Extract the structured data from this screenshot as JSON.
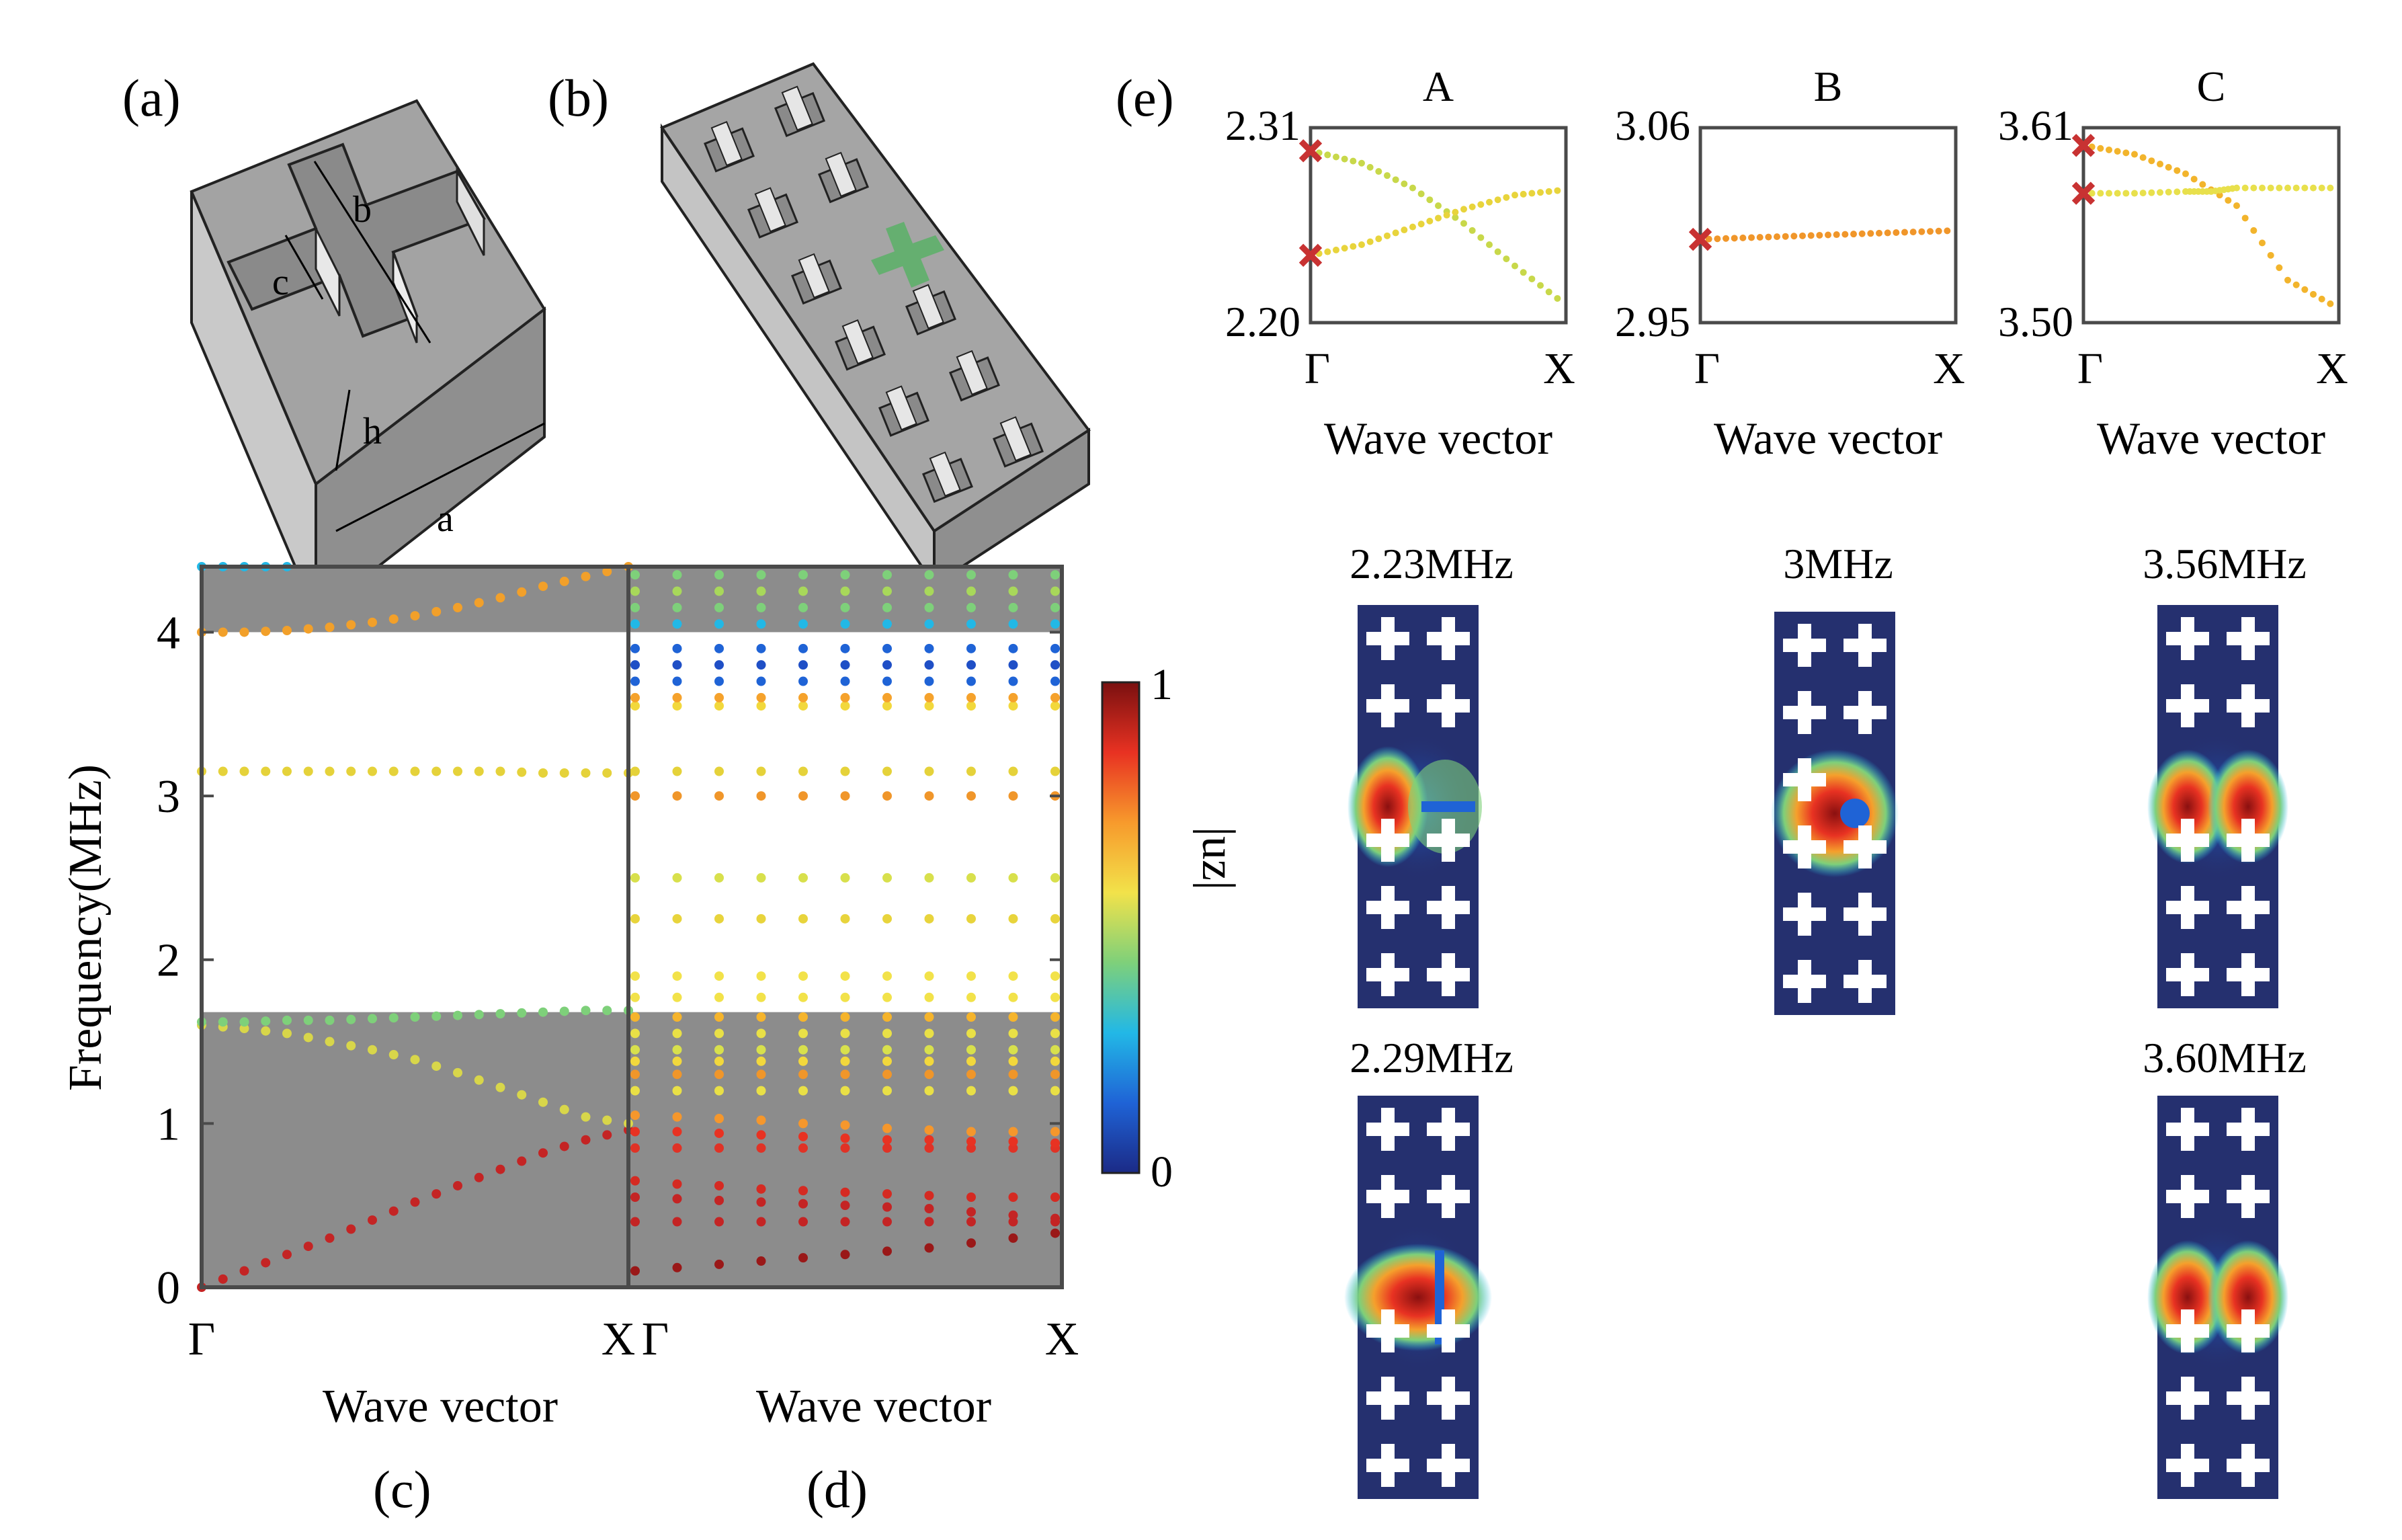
{
  "panel_labels": {
    "a": "(a)",
    "b": "(b)",
    "c": "(c)",
    "d": "(d)",
    "e": "(e)"
  },
  "unit_cell_labels": {
    "a": "a",
    "b": "b",
    "c": "c",
    "h": "h"
  },
  "colorbar": {
    "label": "|uz|",
    "min_label": "0",
    "max_label": "1",
    "stops": [
      "#1b2a86",
      "#1f63d6",
      "#22b8e6",
      "#7ed07a",
      "#f2e24a",
      "#f79a2c",
      "#e83222",
      "#7a1010"
    ]
  },
  "colors": {
    "band_gap": "#8c8c8c",
    "frame": "#4a4a4a",
    "mode_background": "#25306f",
    "hole": "#ffffff",
    "defect_marker": "#c83232",
    "structure": "#a3a3a3"
  },
  "chart_data": [
    {
      "id": "c",
      "type": "scatter",
      "title": "",
      "xlabel": "Wave vector",
      "ylabel": "Frequency(MHz)",
      "xlim": [
        0,
        1
      ],
      "ylim": [
        0,
        4.4
      ],
      "x_ticks": [
        "Γ",
        "X"
      ],
      "y_ticks": [
        "0",
        "1",
        "2",
        "3",
        "4"
      ],
      "gaps": [
        [
          0,
          1.68
        ],
        [
          4.0,
          4.4
        ]
      ],
      "series": [
        {
          "color": "#c42424",
          "points": [
            [
              0,
              0
            ],
            [
              0.1,
              0.1
            ],
            [
              0.2,
              0.2
            ],
            [
              0.3,
              0.3
            ],
            [
              0.4,
              0.41
            ],
            [
              0.5,
              0.52
            ],
            [
              0.6,
              0.62
            ],
            [
              0.7,
              0.72
            ],
            [
              0.8,
              0.82
            ],
            [
              0.9,
              0.9
            ],
            [
              1.0,
              0.96
            ]
          ]
        },
        {
          "color": "#d8d64a",
          "points": [
            [
              0,
              1.6
            ],
            [
              0.1,
              1.58
            ],
            [
              0.2,
              1.55
            ],
            [
              0.3,
              1.5
            ],
            [
              0.4,
              1.45
            ],
            [
              0.5,
              1.39
            ],
            [
              0.6,
              1.31
            ],
            [
              0.7,
              1.22
            ],
            [
              0.8,
              1.13
            ],
            [
              0.9,
              1.04
            ],
            [
              1.0,
              1.0
            ]
          ]
        },
        {
          "color": "#7ed07a",
          "points": [
            [
              0,
              1.62
            ],
            [
              0.1,
              1.62
            ],
            [
              0.2,
              1.63
            ],
            [
              0.3,
              1.63
            ],
            [
              0.4,
              1.64
            ],
            [
              0.5,
              1.65
            ],
            [
              0.6,
              1.66
            ],
            [
              0.7,
              1.67
            ],
            [
              0.8,
              1.68
            ],
            [
              0.9,
              1.69
            ],
            [
              1.0,
              1.69
            ]
          ]
        },
        {
          "color": "#e5d23a",
          "points": [
            [
              0,
              3.15
            ],
            [
              0.1,
              3.15
            ],
            [
              0.2,
              3.15
            ],
            [
              0.3,
              3.15
            ],
            [
              0.4,
              3.15
            ],
            [
              0.5,
              3.15
            ],
            [
              0.6,
              3.15
            ],
            [
              0.7,
              3.15
            ],
            [
              0.8,
              3.14
            ],
            [
              0.9,
              3.14
            ],
            [
              1.0,
              3.14
            ]
          ]
        },
        {
          "color": "#f2a02a",
          "points": [
            [
              0,
              4.0
            ],
            [
              0.1,
              4.0
            ],
            [
              0.2,
              4.01
            ],
            [
              0.3,
              4.03
            ],
            [
              0.4,
              4.06
            ],
            [
              0.5,
              4.1
            ],
            [
              0.6,
              4.15
            ],
            [
              0.7,
              4.21
            ],
            [
              0.8,
              4.28
            ],
            [
              0.9,
              4.34
            ],
            [
              1.0,
              4.4
            ]
          ]
        },
        {
          "color": "#22b8e6",
          "points": [
            [
              0,
              4.4
            ],
            [
              0.1,
              4.4
            ],
            [
              0.2,
              4.4
            ]
          ]
        }
      ]
    },
    {
      "id": "d",
      "type": "scatter",
      "title": "",
      "xlabel": "Wave vector",
      "ylabel": "",
      "xlim": [
        0,
        1
      ],
      "ylim": [
        0,
        4.4
      ],
      "x_ticks": [
        "Γ",
        "X"
      ],
      "gaps": [
        [
          0,
          1.68
        ],
        [
          4.0,
          4.4
        ]
      ],
      "series": [
        {
          "color": "#9a1818",
          "values": [
            0.1,
            0.12,
            0.14,
            0.16,
            0.18,
            0.2,
            0.22,
            0.24,
            0.27,
            0.3,
            0.33
          ]
        },
        {
          "color": "#c42424",
          "values": [
            0.4,
            0.4,
            0.4,
            0.4,
            0.4,
            0.4,
            0.4,
            0.4,
            0.4,
            0.4,
            0.4
          ]
        },
        {
          "color": "#c42424",
          "values": [
            0.55,
            0.54,
            0.53,
            0.52,
            0.51,
            0.5,
            0.49,
            0.48,
            0.46,
            0.44,
            0.42
          ]
        },
        {
          "color": "#d52a22",
          "values": [
            0.65,
            0.63,
            0.62,
            0.6,
            0.59,
            0.58,
            0.57,
            0.56,
            0.55,
            0.55,
            0.55
          ]
        },
        {
          "color": "#e03226",
          "values": [
            0.85,
            0.85,
            0.85,
            0.85,
            0.85,
            0.85,
            0.85,
            0.85,
            0.85,
            0.85,
            0.85
          ]
        },
        {
          "color": "#e83222",
          "values": [
            0.95,
            0.95,
            0.94,
            0.93,
            0.92,
            0.91,
            0.9,
            0.9,
            0.89,
            0.89,
            0.88
          ]
        },
        {
          "color": "#f5972c",
          "values": [
            1.05,
            1.04,
            1.03,
            1.02,
            1.0,
            0.99,
            0.97,
            0.96,
            0.95,
            0.95,
            0.95
          ]
        },
        {
          "color": "#e9e046",
          "values": [
            1.2,
            1.2,
            1.2,
            1.2,
            1.2,
            1.2,
            1.2,
            1.2,
            1.2,
            1.2,
            1.2
          ]
        },
        {
          "color": "#f0962a",
          "values": [
            1.3,
            1.3,
            1.3,
            1.3,
            1.3,
            1.3,
            1.3,
            1.3,
            1.3,
            1.3,
            1.3
          ]
        },
        {
          "color": "#f2d83c",
          "values": [
            1.38,
            1.38,
            1.38,
            1.38,
            1.38,
            1.38,
            1.38,
            1.38,
            1.38,
            1.38,
            1.38
          ]
        },
        {
          "color": "#d8e04c",
          "values": [
            1.45,
            1.45,
            1.45,
            1.45,
            1.45,
            1.45,
            1.45,
            1.45,
            1.45,
            1.45,
            1.45
          ]
        },
        {
          "color": "#e9e046",
          "values": [
            1.55,
            1.55,
            1.55,
            1.55,
            1.55,
            1.55,
            1.55,
            1.55,
            1.55,
            1.55,
            1.55
          ]
        },
        {
          "color": "#f5b42c",
          "values": [
            1.65,
            1.65,
            1.65,
            1.65,
            1.65,
            1.65,
            1.65,
            1.65,
            1.65,
            1.65,
            1.65
          ]
        },
        {
          "color": "#f2e24a",
          "values": [
            1.77,
            1.77,
            1.77,
            1.77,
            1.77,
            1.77,
            1.77,
            1.77,
            1.77,
            1.77,
            1.77
          ]
        },
        {
          "color": "#f2e24a",
          "values": [
            1.9,
            1.9,
            1.9,
            1.9,
            1.9,
            1.9,
            1.9,
            1.9,
            1.9,
            1.9,
            1.9
          ]
        },
        {
          "color": "#e8d43c",
          "values": [
            2.25,
            2.25,
            2.25,
            2.25,
            2.25,
            2.25,
            2.25,
            2.25,
            2.25,
            2.25,
            2.25
          ]
        },
        {
          "color": "#d8e04c",
          "values": [
            2.5,
            2.5,
            2.5,
            2.5,
            2.5,
            2.5,
            2.5,
            2.5,
            2.5,
            2.5,
            2.5
          ]
        },
        {
          "color": "#f0962a",
          "values": [
            3.0,
            3.0,
            3.0,
            3.0,
            3.0,
            3.0,
            3.0,
            3.0,
            3.0,
            3.0,
            3.0
          ]
        },
        {
          "color": "#e5d23a",
          "values": [
            3.15,
            3.15,
            3.15,
            3.15,
            3.15,
            3.15,
            3.15,
            3.15,
            3.15,
            3.15,
            3.15
          ]
        },
        {
          "color": "#f2d83c",
          "values": [
            3.55,
            3.55,
            3.55,
            3.55,
            3.55,
            3.55,
            3.55,
            3.55,
            3.55,
            3.55,
            3.55
          ]
        },
        {
          "color": "#f5a22c",
          "values": [
            3.6,
            3.6,
            3.6,
            3.6,
            3.6,
            3.6,
            3.6,
            3.6,
            3.6,
            3.6,
            3.6
          ]
        },
        {
          "color": "#1f63d6",
          "values": [
            3.7,
            3.7,
            3.7,
            3.7,
            3.7,
            3.7,
            3.7,
            3.7,
            3.7,
            3.7,
            3.7
          ]
        },
        {
          "color": "#1f4fc6",
          "values": [
            3.8,
            3.8,
            3.8,
            3.8,
            3.8,
            3.8,
            3.8,
            3.8,
            3.8,
            3.8,
            3.8
          ]
        },
        {
          "color": "#1f63d6",
          "values": [
            3.9,
            3.9,
            3.9,
            3.9,
            3.9,
            3.9,
            3.9,
            3.9,
            3.9,
            3.9,
            3.9
          ]
        },
        {
          "color": "#22b8e6",
          "values": [
            4.05,
            4.05,
            4.05,
            4.05,
            4.05,
            4.05,
            4.05,
            4.05,
            4.05,
            4.05,
            4.05
          ]
        },
        {
          "color": "#7ed07a",
          "values": [
            4.15,
            4.15,
            4.15,
            4.15,
            4.15,
            4.15,
            4.15,
            4.15,
            4.15,
            4.15,
            4.15
          ]
        },
        {
          "color": "#a8d85a",
          "values": [
            4.25,
            4.25,
            4.25,
            4.25,
            4.25,
            4.25,
            4.25,
            4.25,
            4.25,
            4.25,
            4.25
          ]
        },
        {
          "color": "#7ed07a",
          "values": [
            4.35,
            4.35,
            4.35,
            4.35,
            4.35,
            4.35,
            4.35,
            4.35,
            4.35,
            4.35,
            4.35
          ]
        }
      ]
    },
    {
      "id": "eA",
      "type": "scatter",
      "title": "A",
      "xlabel": "Wave vector",
      "ylim": [
        2.2,
        2.31
      ],
      "y_ticks": [
        "2.20",
        "2.31"
      ],
      "x_ticks": [
        "Γ",
        "X"
      ],
      "defect_markers": [
        2.297,
        2.238
      ],
      "series": [
        {
          "color": "#c8d84a",
          "points": [
            [
              0,
              2.297
            ],
            [
              0.2,
              2.29
            ],
            [
              0.4,
              2.276
            ],
            [
              0.6,
              2.256
            ],
            [
              0.8,
              2.232
            ],
            [
              1.0,
              2.21
            ]
          ]
        },
        {
          "color": "#e8d43c",
          "points": [
            [
              0,
              2.238
            ],
            [
              0.2,
              2.244
            ],
            [
              0.4,
              2.254
            ],
            [
              0.6,
              2.264
            ],
            [
              0.8,
              2.272
            ],
            [
              1.0,
              2.275
            ]
          ]
        }
      ]
    },
    {
      "id": "eB",
      "type": "scatter",
      "title": "B",
      "xlabel": "Wave vector",
      "ylim": [
        2.95,
        3.06
      ],
      "y_ticks": [
        "2.95",
        "3.06"
      ],
      "x_ticks": [
        "Γ",
        "X"
      ],
      "defect_markers": [
        2.997
      ],
      "series": [
        {
          "color": "#f0962a",
          "points": [
            [
              0,
              2.997
            ],
            [
              0.2,
              2.998
            ],
            [
              0.4,
              2.999
            ],
            [
              0.6,
              3.0
            ],
            [
              0.8,
              3.001
            ],
            [
              1.0,
              3.002
            ]
          ]
        }
      ]
    },
    {
      "id": "eC",
      "type": "scatter",
      "title": "C",
      "xlabel": "Wave vector",
      "ylim": [
        3.5,
        3.61
      ],
      "y_ticks": [
        "3.50",
        "3.61"
      ],
      "x_ticks": [
        "Γ",
        "X"
      ],
      "defect_markers": [
        3.6,
        3.573
      ],
      "series": [
        {
          "color": "#f2b42c",
          "points": [
            [
              0,
              3.6
            ],
            [
              0.2,
              3.595
            ],
            [
              0.4,
              3.584
            ],
            [
              0.6,
              3.566
            ],
            [
              0.8,
              3.524
            ],
            [
              1.0,
              3.508
            ]
          ]
        },
        {
          "color": "#e8e04c",
          "points": [
            [
              0,
              3.573
            ],
            [
              0.2,
              3.573
            ],
            [
              0.4,
              3.574
            ],
            [
              0.5,
              3.574
            ],
            [
              0.6,
              3.576
            ],
            [
              0.8,
              3.576
            ],
            [
              1.0,
              3.576
            ]
          ]
        }
      ]
    }
  ],
  "mode_shapes": [
    {
      "label": "2.23MHz",
      "hot": "split"
    },
    {
      "label": "3MHz",
      "hot": "ring"
    },
    {
      "label": "3.56MHz",
      "hot": "twin"
    },
    {
      "label": "2.29MHz",
      "hot": "band"
    },
    {
      "label": "3.60MHz",
      "hot": "twin"
    }
  ]
}
